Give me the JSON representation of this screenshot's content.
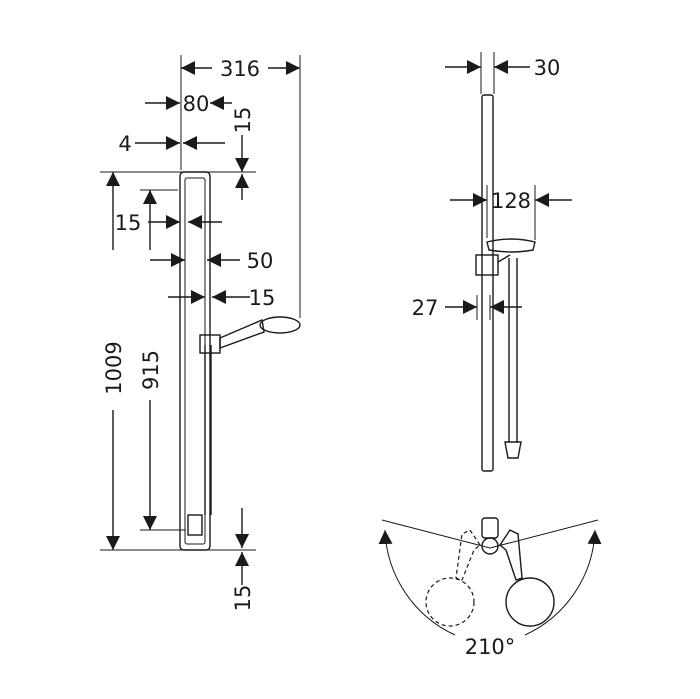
{
  "front_view": {
    "width_total": "316",
    "width_holder": "80",
    "offset_small": "4",
    "top_margin": "15",
    "side_offset": "15",
    "bar_offset": "50",
    "holder_offset": "15",
    "height_total": "1009",
    "height_inner": "915",
    "bottom_margin": "15"
  },
  "side_view": {
    "bar_depth": "30",
    "head_diameter": "128",
    "wall_offset": "27"
  },
  "rotation_view": {
    "angle": "210°"
  }
}
